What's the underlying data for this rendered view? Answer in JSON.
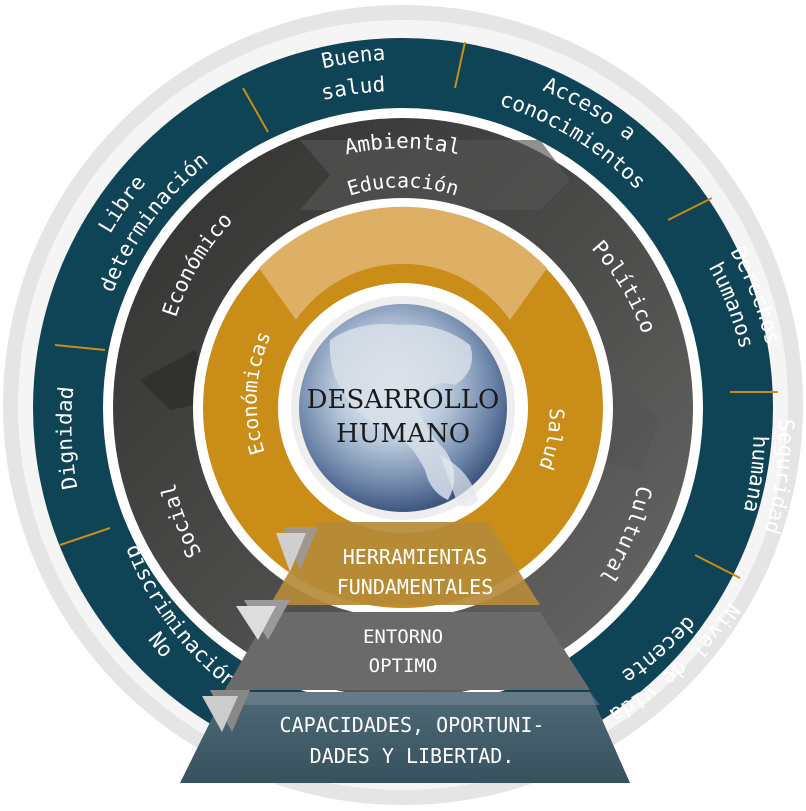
{
  "center": {
    "line1": "DESARROLLO",
    "line2": "HUMANO"
  },
  "inner_ring": {
    "top": "Educación",
    "left": "Económicas",
    "right": "Salud",
    "bottom_line1": "HERRAMIENTAS",
    "bottom_line2": "FUNDAMENTALES"
  },
  "middle_ring": {
    "top": "Ambiental",
    "upper_left": "Económico",
    "upper_right": "Político",
    "lower_left": "Social",
    "lower_right": "Cultural",
    "bottom_line1": "ENTORNO",
    "bottom_line2": "OPTIMO"
  },
  "outer_ring": {
    "buena_salud_1": "Buena",
    "buena_salud_2": "salud",
    "acceso_1": "Acceso a",
    "acceso_2": "conocimientos",
    "derechos_1": "Derechos",
    "derechos_2": "humanos",
    "seguridad_1": "Seguridad",
    "seguridad_2": "humana",
    "nivel_1": "Nivel de vida",
    "nivel_2": "decente",
    "no_discr_1": "No",
    "no_discr_2": "discriminación",
    "dignidad": "Dignidad",
    "libre_1": "Libre",
    "libre_2": "determinación",
    "bottom_line1": "CAPACIDADES, OPORTUNI-",
    "bottom_line2": "DADES Y LIBERTAD."
  },
  "colors": {
    "outer_teal": "#0f4356",
    "middle_dark": "#3a3a38",
    "middle_gray": "#5e5e5e",
    "inner_gold": "#c98d18",
    "inner_light_gold": "#ddb066",
    "accent_line": "#c98d18"
  }
}
